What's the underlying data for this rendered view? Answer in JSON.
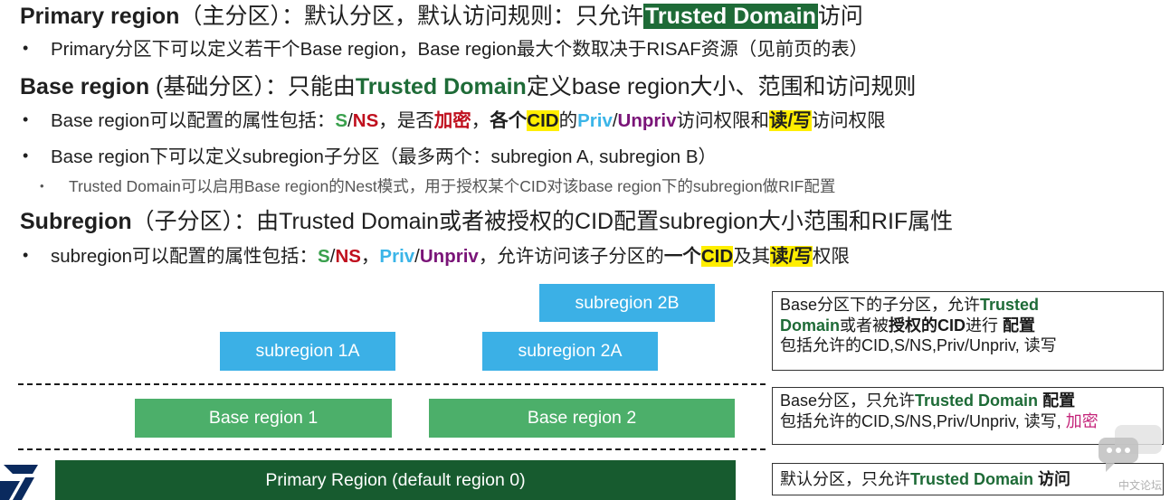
{
  "lines": {
    "primary": {
      "title": "Primary region",
      "paren": "（主分区）：",
      "text": "默认分区，默认访问规则：只允许",
      "trusted": "Trusted Domain",
      "end": "访问"
    },
    "primary_b1": "Primary分区下可以定义若干个Base region，Base region最大个数取决于RISAF资源（见前页的表）",
    "base": {
      "title": "Base region",
      "paren": " (基础分区）：",
      "text1": "只能由",
      "trusted": "Trusted Domain",
      "text2": "定义base region大小、范围和访问规则"
    },
    "base_b1": {
      "t1": "Base region可以配置的属性包括：",
      "s": "S",
      "slash1": "/",
      "ns": "NS",
      "t2": "，是否",
      "enc": "加密",
      "t3": "，",
      "each": "各个",
      "cid": "CID",
      "t4": "的",
      "priv": "Priv",
      "slash2": "/",
      "unpriv": "Unpriv",
      "t5": "访问权限和",
      "rw": "读/写",
      "t6": "访问权限"
    },
    "base_b2": "Base region下可以定义subregion子分区（最多两个：subregion A, subregion B）",
    "base_b3": "Trusted Domain可以启用Base region的Nest模式，用于授权某个CID对该base region下的subregion做RIF配置",
    "sub": {
      "title": "Subregion",
      "paren": "（子分区）：",
      "text": "由Trusted Domain或者被授权的CID配置subregion大小范围和RIF属性"
    },
    "sub_b1": {
      "t1": "subregion可以配置的属性包括：",
      "s": "S",
      "slash1": "/",
      "ns": "NS",
      "t2": "，",
      "priv": "Priv",
      "slash2": "/",
      "unpriv": "Unpriv",
      "t3": "，允许访问该子分区的",
      "one": "一个",
      "cid": "CID",
      "t4": "及其",
      "rw": "读/写",
      "t5": "权限"
    }
  },
  "diagram": {
    "sub2b": "subregion 2B",
    "sub1a": "subregion 1A",
    "sub2a": "subregion 2A",
    "base1": "Base region 1",
    "base2": "Base region 2",
    "primary": "Primary Region (default region 0)"
  },
  "notes": {
    "n1": {
      "l1a": "Base分区下的子分区，允许",
      "l1b": "Trusted",
      "l2a": "Domain",
      "l2b": "或者被",
      "l2c": "授权的CID",
      "l2d": "进行",
      "l2e": " 配置",
      "l3": "包括允许的CID,S/NS,Priv/Unpriv, 读写"
    },
    "n2": {
      "l1a": "Base分区，只允许",
      "l1b": "Trusted Domain",
      "l1c": " 配置",
      "l2a": "包括允许的CID,S/NS,Priv/Unpriv, 读写, ",
      "l2b": "加密"
    },
    "n3": {
      "a": "默认分区，只允许",
      "b": "Trusted Domain",
      "c": " 访问"
    }
  },
  "watermark": "中文论坛",
  "colors": {
    "dark_green": "#1e6b37",
    "subregion_blue": "#3bb0e6",
    "base_green": "#4caf6a",
    "primary_green": "#175b2f",
    "red": "#c0101e",
    "purple": "#7a1478",
    "highlight_yellow": "#ffee00"
  }
}
